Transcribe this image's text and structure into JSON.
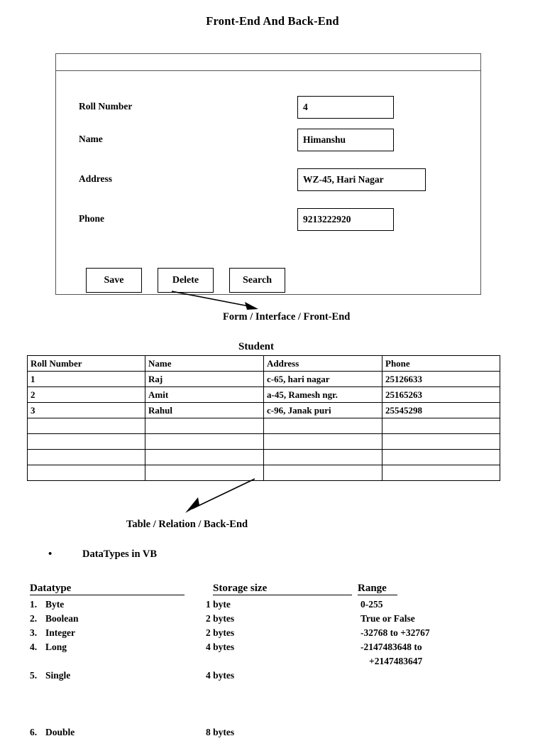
{
  "document": {
    "title": "Front-End And Back-End"
  },
  "form": {
    "titlebar_text": "",
    "fields": [
      {
        "label": "Roll Number",
        "value": "4"
      },
      {
        "label": "Name",
        "value": "Himanshu"
      },
      {
        "label": "Address",
        "value": "WZ-45, Hari Nagar"
      },
      {
        "label": "Phone",
        "value": "9213222920"
      }
    ],
    "buttons": [
      {
        "label": "Save"
      },
      {
        "label": "Delete"
      },
      {
        "label": "Search"
      }
    ],
    "caption": "Form / Interface / Front-End"
  },
  "table": {
    "title": "Student",
    "caption": "Table / Relation / Back-End",
    "columns": [
      "Roll Number",
      "Name",
      "Address",
      "Phone"
    ],
    "rows": [
      [
        "1",
        "Raj",
        "c-65, hari nagar",
        "25126633"
      ],
      [
        "2",
        "Amit",
        "a-45, Ramesh ngr.",
        "25165263"
      ],
      [
        "3",
        "Rahul",
        "c-96, Janak puri",
        "25545298"
      ]
    ],
    "empty_row_count": 4
  },
  "datatypes": {
    "bullet_symbol": "•",
    "heading": "DataTypes in VB",
    "columns": [
      "Datatype",
      "Storage size",
      "Range"
    ],
    "rows": [
      {
        "num": "1.",
        "name": "Byte",
        "size": "1 byte",
        "range": "0-255",
        "range_cont": ""
      },
      {
        "num": "2.",
        "name": "Boolean",
        "size": "2 bytes",
        "range": "True or False",
        "range_cont": ""
      },
      {
        "num": "3.",
        "name": "Integer",
        "size": "2 bytes",
        "range": "-32768 to +32767",
        "range_cont": ""
      },
      {
        "num": "4.",
        "name": "Long",
        "size": "4 bytes",
        "range": "-2147483648 to",
        "range_cont": "+2147483647"
      },
      {
        "num": "5.",
        "name": "Single",
        "size": "4 bytes",
        "range": "",
        "range_cont": ""
      },
      {
        "num": "6.",
        "name": "Double",
        "size": "8 bytes",
        "range": "",
        "range_cont": ""
      }
    ]
  },
  "colors": {
    "ink": "#000000",
    "panel_border": "#555555",
    "page_background": "#ffffff"
  }
}
